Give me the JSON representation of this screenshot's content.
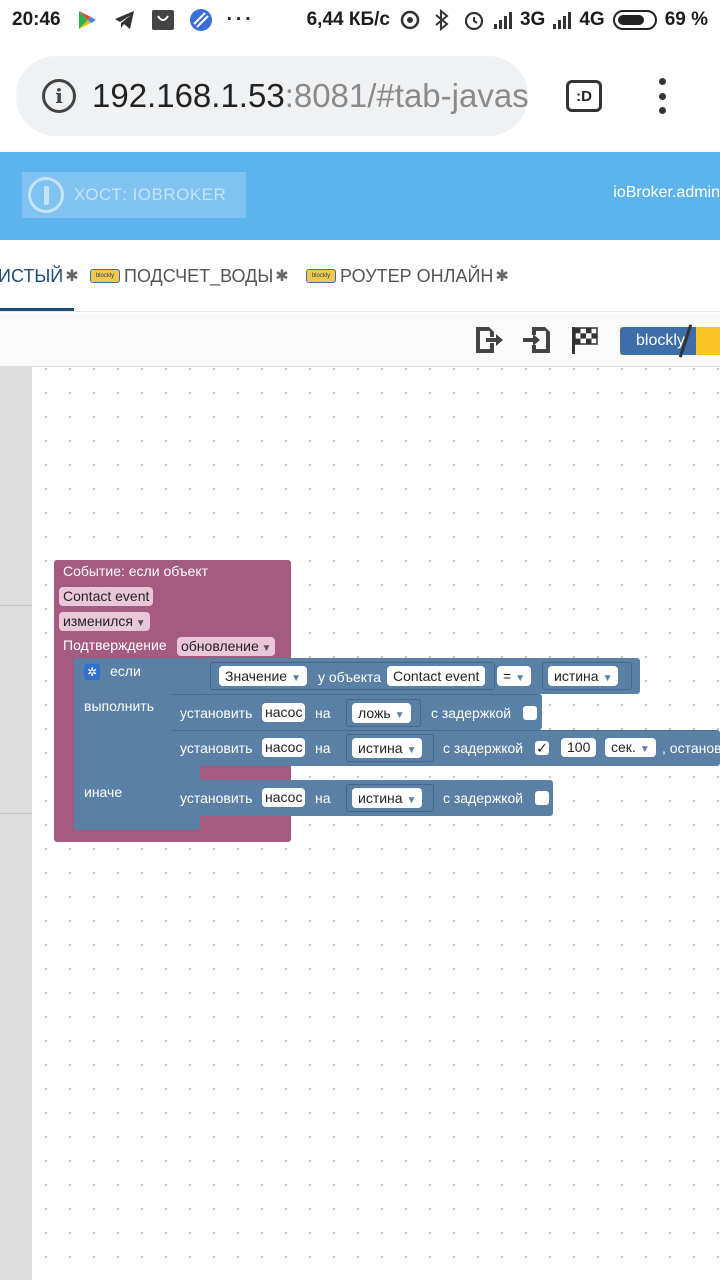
{
  "status_bar": {
    "time": "20:46",
    "speed": "6,44 КБ/с",
    "net1": "3G",
    "net2": "4G",
    "battery": "69 %"
  },
  "browser": {
    "url_host": "192.168.1.53",
    "url_rest": ":8081/#tab-javas",
    "tabs_label": ":D"
  },
  "app": {
    "host_label": "ХОСТ: IOBROKER",
    "user_label": "ioBroker.admin"
  },
  "script_tabs": [
    {
      "label": "ИСТЫЙ",
      "close": "✱",
      "active": true
    },
    {
      "label": "ПОДСЧЕТ_ВОДЫ",
      "close": "✱",
      "active": false,
      "badge": "blockly"
    },
    {
      "label": "РОУТЕР ОНЛАЙН",
      "close": "✱",
      "active": false,
      "badge": "blockly"
    }
  ],
  "toolbar": {
    "blockly_label": "blockly"
  },
  "blocks": {
    "event": {
      "title": "Событие: если объект",
      "object": "Contact event",
      "condition": "изменился",
      "ack_label": "Подтверждение",
      "ack_value": "обновление"
    },
    "if": {
      "if_label": "если",
      "do_label": "выполнить",
      "else_label": "иначе",
      "cond_value_label": "Значение",
      "cond_of_object": "у объекта",
      "cond_object": "Contact event",
      "cond_op": "=",
      "cond_rhs": "истина"
    },
    "set1": {
      "set": "установить",
      "target": "насос",
      "on": "на",
      "value": "ложь",
      "delay": "с задержкой"
    },
    "set2": {
      "set": "установить",
      "target": "насос",
      "on": "на",
      "value": "истина",
      "delay": "с задержкой",
      "delay_check": "✓",
      "amount": "100",
      "unit": "сек.",
      "tail": ", останов"
    },
    "set3": {
      "set": "установить",
      "target": "насос",
      "on": "на",
      "value": "истина",
      "delay": "с задержкой"
    }
  }
}
